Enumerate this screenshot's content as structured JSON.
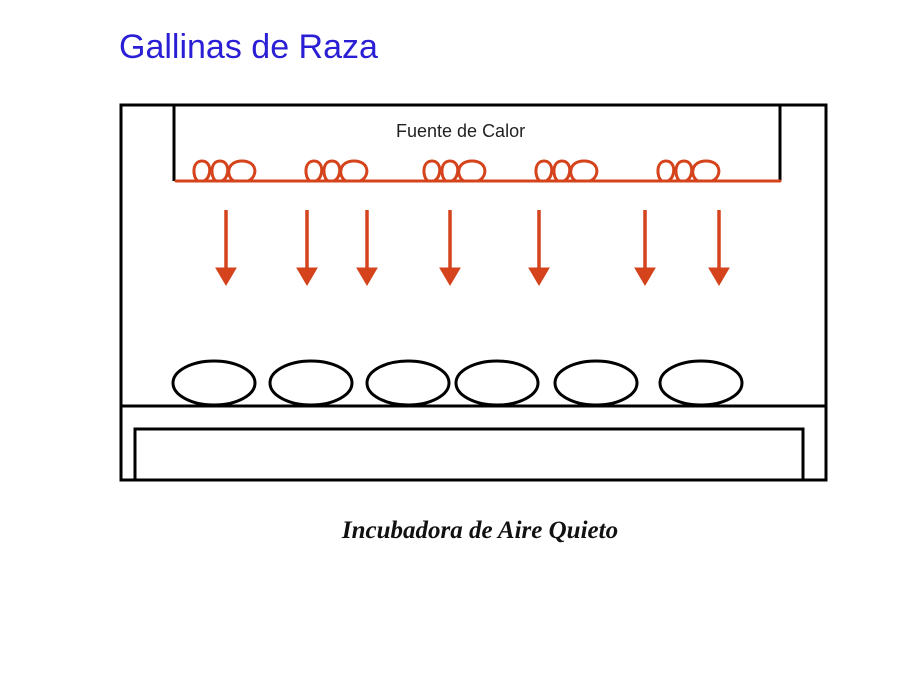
{
  "title": "Gallinas de Raza",
  "diagram": {
    "heat_source_label": "Fuente de Calor",
    "caption": "Incubadora de Aire Quieto",
    "elements": {
      "heating_coil": "heating-coil-icon",
      "heat_arrows_count": 7,
      "eggs_count": 6,
      "tray": "egg-tray"
    },
    "colors": {
      "title": "#2b1fd6",
      "coil": "#d5431c",
      "arrows": "#d5431c",
      "lines": "#000000"
    }
  }
}
